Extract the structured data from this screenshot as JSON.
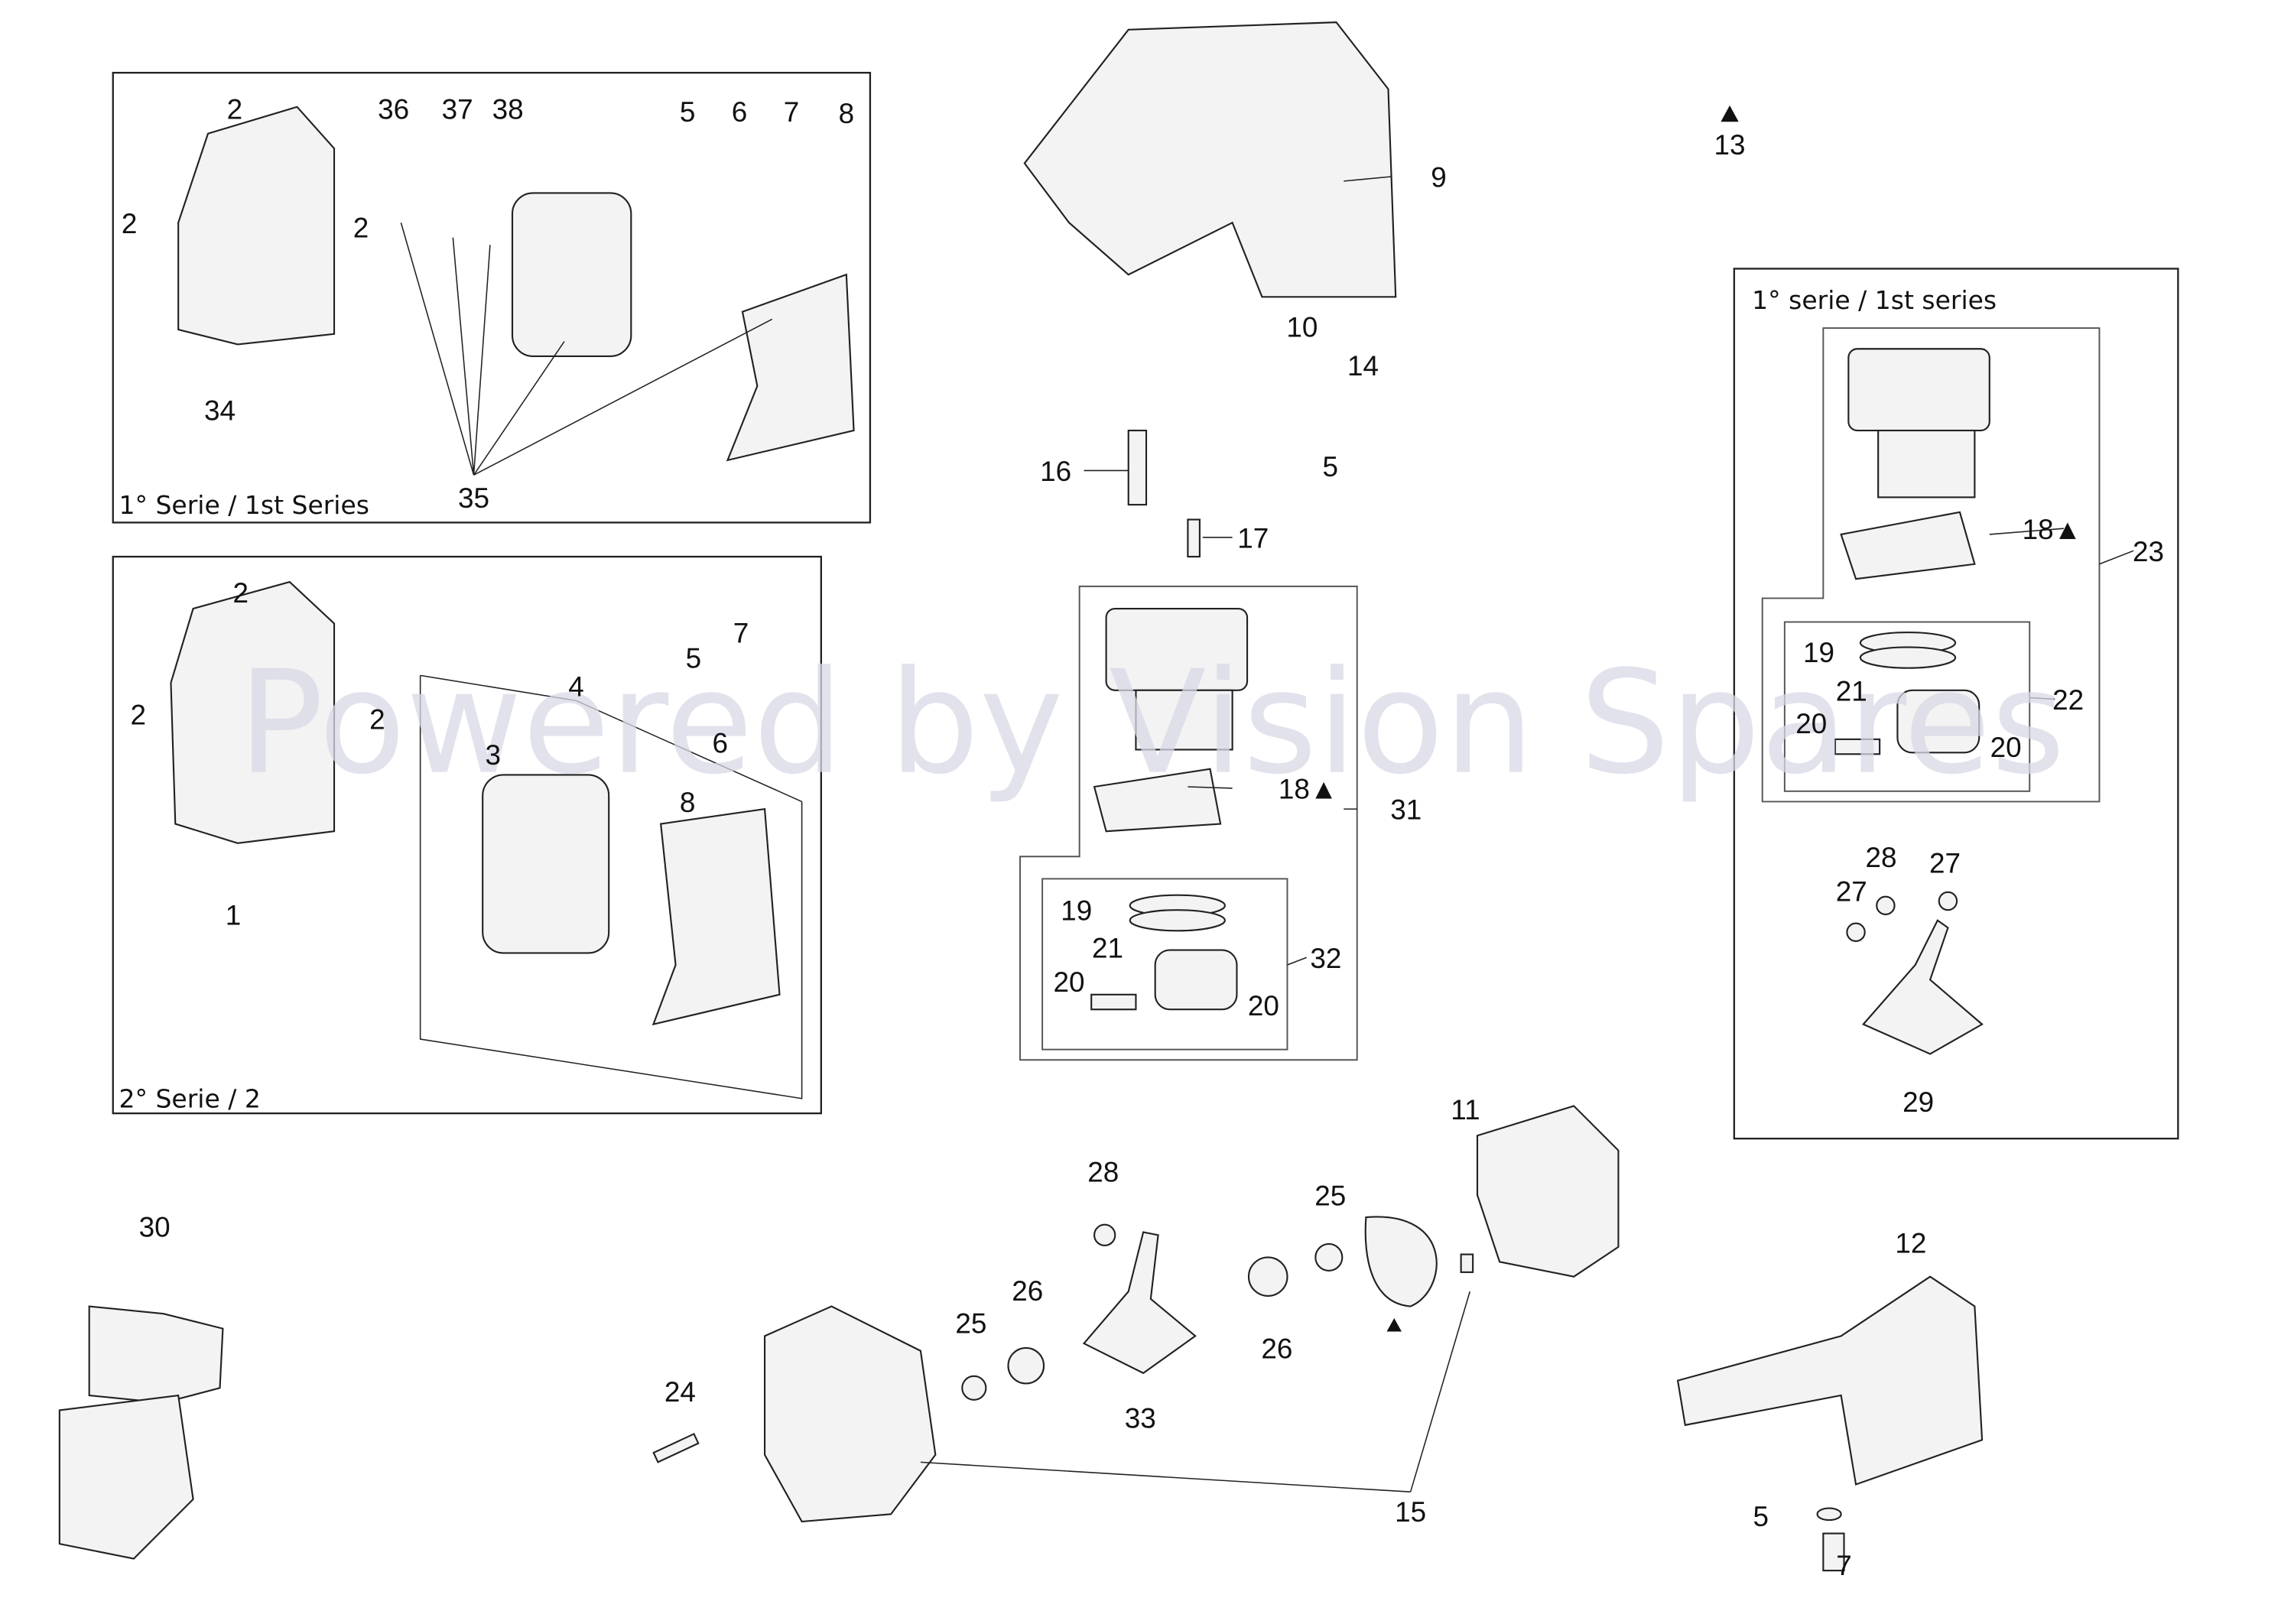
{
  "watermark": "Powered by Vision Spares",
  "groups": {
    "box1_title": "1° Serie / 1st Series",
    "box2_title": "2° Serie / 2",
    "box3_title": "1° serie / 1st series"
  },
  "callouts": [
    "2",
    "2",
    "2",
    "36",
    "37",
    "38",
    "5",
    "6",
    "7",
    "8",
    "34",
    "35",
    "2",
    "2",
    "2",
    "3",
    "4",
    "5",
    "7",
    "6",
    "8",
    "1",
    "9",
    "10",
    "14",
    "5",
    "16",
    "17",
    "13",
    "18▲",
    "31",
    "19",
    "21",
    "20",
    "20",
    "32",
    "18▲",
    "23",
    "19",
    "21",
    "20",
    "20",
    "22",
    "28",
    "27",
    "27",
    "29",
    "30",
    "11",
    "28",
    "25",
    "26",
    "25",
    "26",
    "33",
    "24",
    "15",
    "12",
    "5",
    "7"
  ],
  "colors": {
    "line": "#222222",
    "watermark": "#d9d9e6"
  }
}
